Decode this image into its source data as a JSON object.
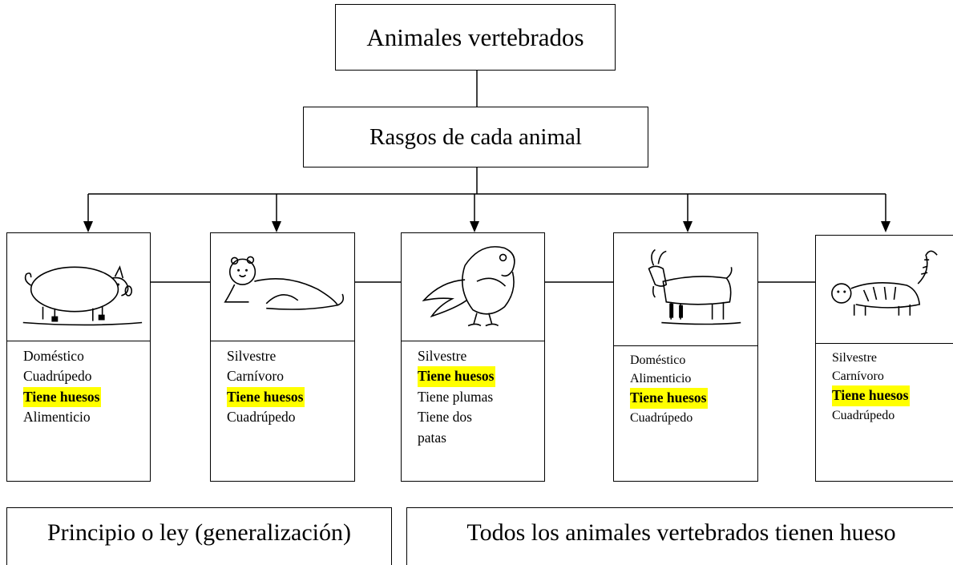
{
  "title": "Animales vertebrados",
  "subtitle": "Rasgos   de cada animal",
  "animals": [
    {
      "icon": "pig-icon",
      "traits": [
        "Doméstico",
        "Cuadrúpedo",
        "Tiene huesos",
        "Alimenticio"
      ],
      "highlight_index": 2
    },
    {
      "icon": "lion-cub-icon",
      "traits": [
        "Silvestre",
        "Carnívoro",
        "Tiene huesos",
        "Cuadrúpedo"
      ],
      "highlight_index": 2
    },
    {
      "icon": "parrot-icon",
      "traits": [
        "Silvestre",
        "Tiene huesos",
        "Tiene plumas",
        "Tiene dos",
        "patas"
      ],
      "highlight_index": 1
    },
    {
      "icon": "goat-icon",
      "traits": [
        "Doméstico",
        "Alimenticio",
        "Tiene huesos",
        "Cuadrúpedo"
      ],
      "highlight_index": 2
    },
    {
      "icon": "tiger-icon",
      "traits": [
        "Silvestre",
        "Carnívoro",
        "Tiene huesos",
        "Cuadrúpedo"
      ],
      "highlight_index": 2
    }
  ],
  "principle_label": "Principio o ley (generalización)",
  "conclusion": "Todos los animales vertebrados tienen hueso",
  "highlight_color": "#ffff00"
}
